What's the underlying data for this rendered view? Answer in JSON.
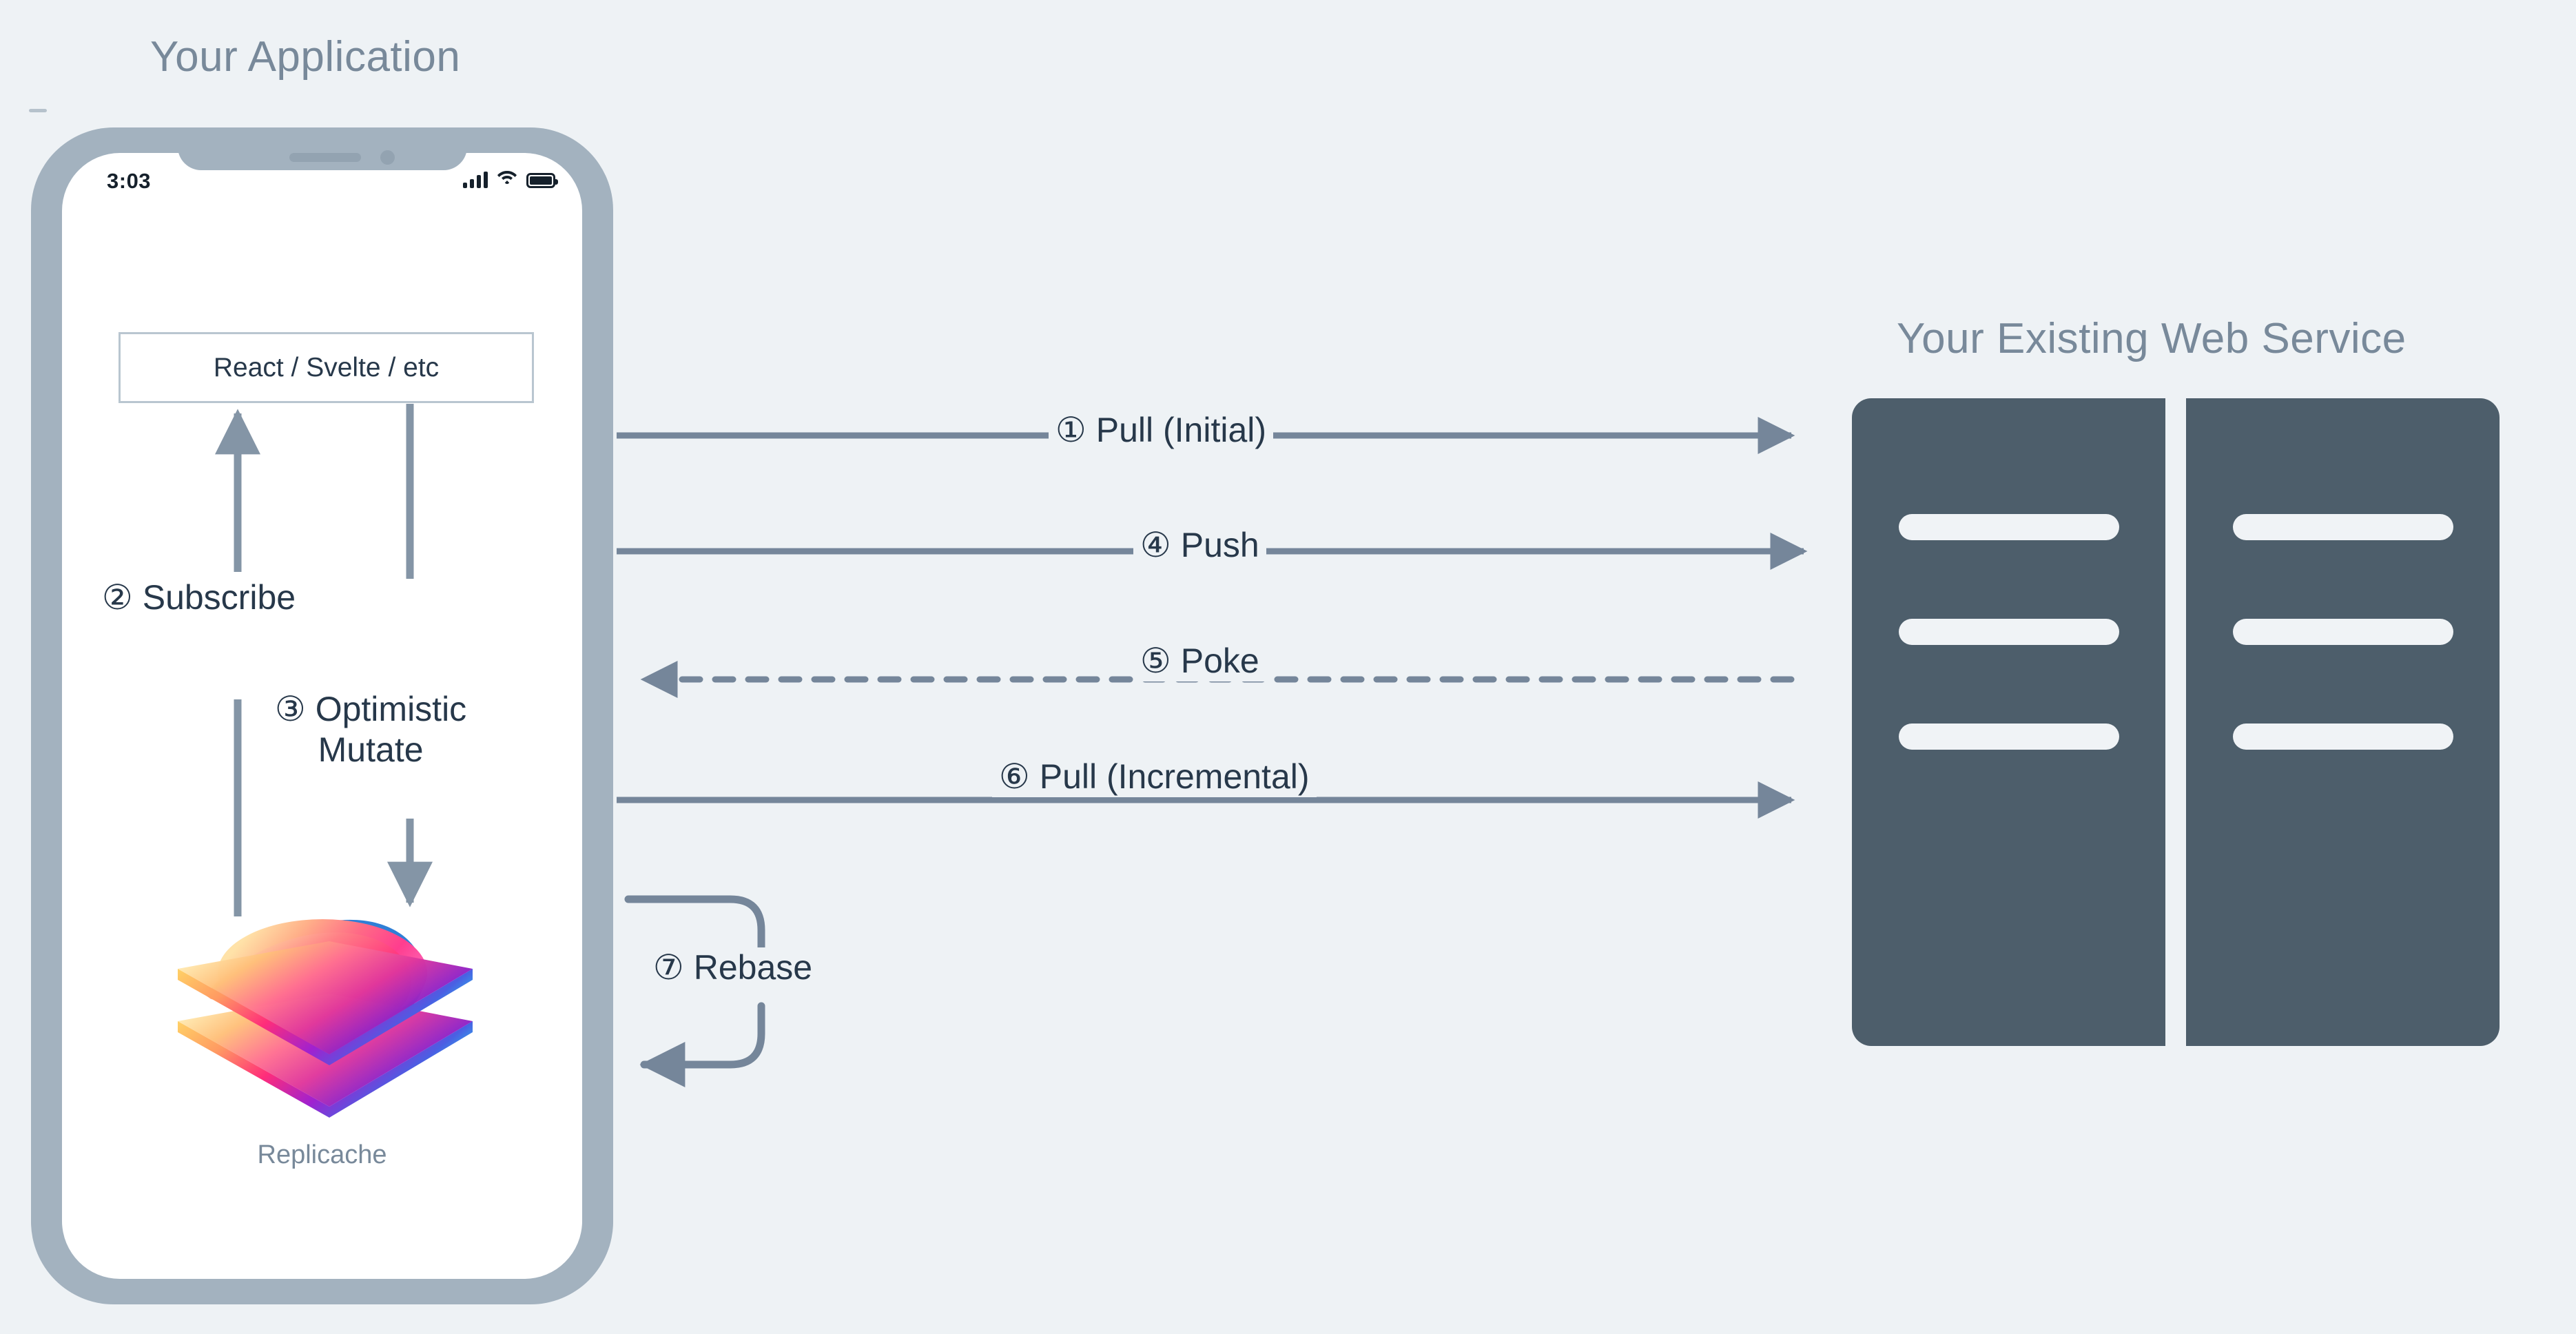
{
  "titles": {
    "application": "Your Application",
    "web_service": "Your Existing Web Service"
  },
  "phone": {
    "status_bar": {
      "time": "3:03",
      "icons": [
        "signal-bars-icon",
        "wifi-icon",
        "battery-icon"
      ]
    },
    "framework_box_label": "React / Svelte / etc",
    "logo_caption": "Replicache"
  },
  "flows": {
    "subscribe": {
      "number": "②",
      "label": "Subscribe",
      "direction": "up",
      "style": "solid"
    },
    "optimistic_mutate": {
      "number": "③",
      "label_line1": "Optimistic",
      "label_line2": "Mutate",
      "direction": "down",
      "style": "solid"
    },
    "pull_initial": {
      "number": "①",
      "label": "Pull (Initial)",
      "direction": "right",
      "style": "solid"
    },
    "push": {
      "number": "④",
      "label": "Push",
      "direction": "right",
      "style": "solid"
    },
    "poke": {
      "number": "⑤",
      "label": "Poke",
      "direction": "left",
      "style": "dashed"
    },
    "pull_incremental": {
      "number": "⑥",
      "label": "Pull (Incremental)",
      "direction": "right",
      "style": "solid"
    },
    "rebase": {
      "number": "⑦",
      "label": "Rebase",
      "direction": "loop",
      "style": "solid"
    }
  },
  "flow_text": {
    "subscribe": "② Subscribe",
    "mutate_l1": "③ Optimistic",
    "mutate_l2": "Mutate",
    "pull_initial": "① Pull (Initial)",
    "push": "④ Push",
    "poke": "⑤ Poke",
    "pull_incremental": "⑥ Pull (Incremental)",
    "rebase": "⑦ Rebase"
  },
  "web_service": {
    "rack_count": 2,
    "bars_per_rack": 3
  },
  "colors": {
    "background": "#eef2f5",
    "title_text": "#78899a",
    "flow_text": "#27384a",
    "arrow": "#75869a",
    "phone_bezel": "#a3b2bf",
    "phone_screen": "#ffffff",
    "rack": "#4d5e6b",
    "rack_bar": "#f0f3f6",
    "framework_border": "#b9c6d0",
    "logo_warm": "#ffd166",
    "logo_pink": "#ff2d7a",
    "logo_purple": "#7a21c4",
    "logo_cyan": "#22d3ee"
  }
}
